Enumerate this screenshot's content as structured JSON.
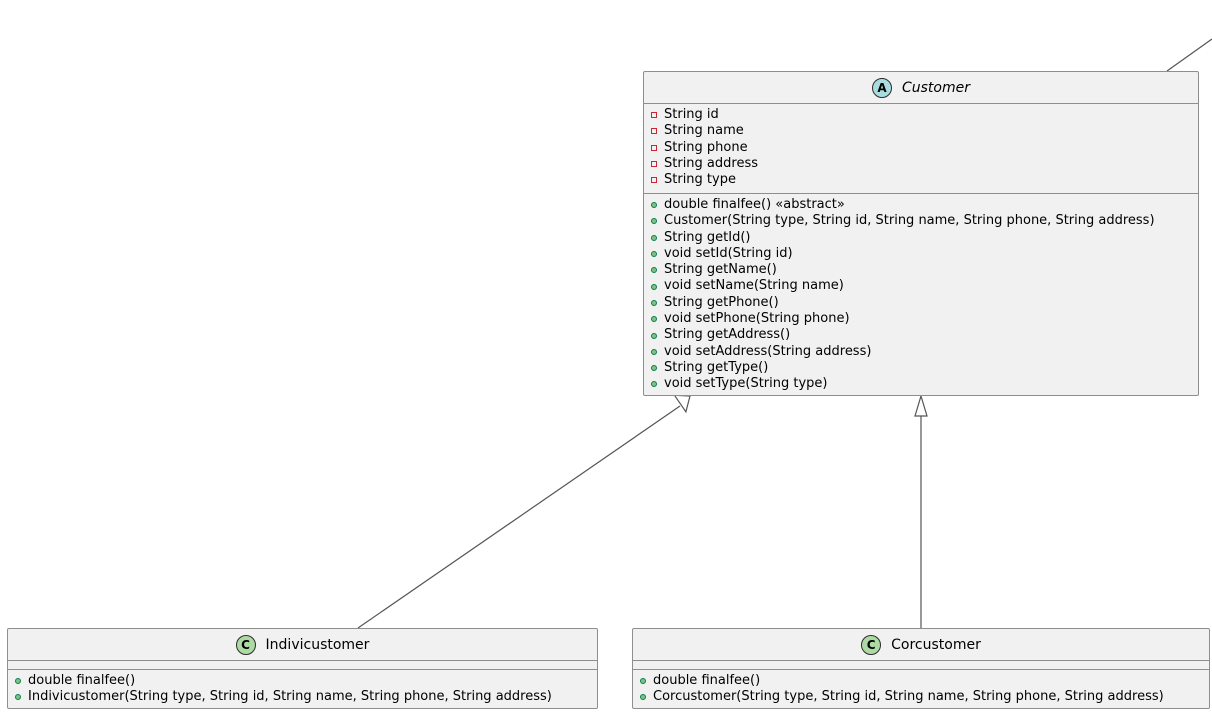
{
  "diagram": {
    "classes": {
      "customer": {
        "name": "Customer",
        "stereotype_icon": "A",
        "fields": [
          "String id",
          "String name",
          "String phone",
          "String address",
          "String type"
        ],
        "methods": [
          "double finalfee() «abstract»",
          "Customer(String type, String id, String name, String phone, String address)",
          "String getId()",
          "void setId(String id)",
          "String getName()",
          "void setName(String name)",
          "String getPhone()",
          "void setPhone(String phone)",
          "String getAddress()",
          "void setAddress(String address)",
          "String getType()",
          "void setType(String type)"
        ]
      },
      "indivicustomer": {
        "name": "Indivicustomer",
        "stereotype_icon": "C",
        "methods": [
          "double finalfee()",
          "Indivicustomer(String type, String id, String name, String phone, String address)"
        ]
      },
      "corcustomer": {
        "name": "Corcustomer",
        "stereotype_icon": "C",
        "methods": [
          "double finalfee()",
          "Corcustomer(String type, String id, String name, String phone, String address)"
        ]
      }
    },
    "relations": [
      {
        "type": "inheritance",
        "from": "Indivicustomer",
        "to": "Customer"
      },
      {
        "type": "inheritance",
        "from": "Corcustomer",
        "to": "Customer"
      },
      {
        "type": "association",
        "from": "Customer",
        "to": "offscreen"
      }
    ],
    "colors": {
      "class_fill": "#f1f1f1",
      "border": "#8e8e8e",
      "abstract_badge": "#a9dcdf",
      "class_badge": "#addaa4",
      "private_marker": "#c82930",
      "public_marker": "#84be84"
    }
  }
}
